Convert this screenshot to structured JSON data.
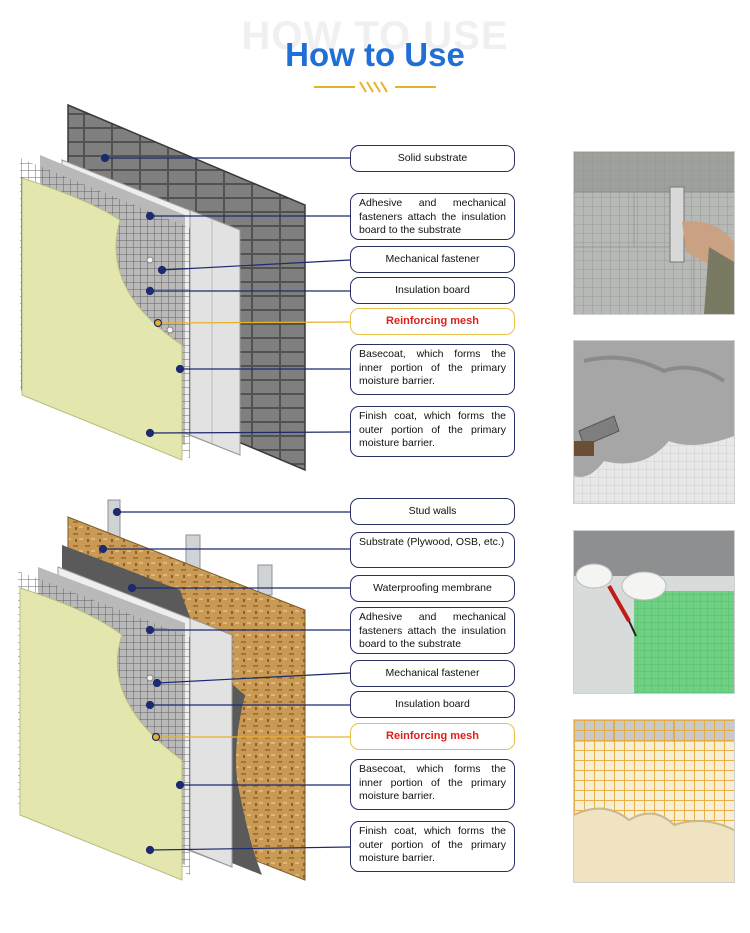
{
  "header": {
    "watermark": "HOW TO USE",
    "title": "How to Use"
  },
  "colors": {
    "title_blue": "#1f6fd6",
    "accent_gold": "#e8b12a",
    "callout_border": "#2a2f64",
    "highlight_text": "#e0201a"
  },
  "masonry_callouts": [
    "Solid substrate",
    "Adhesive and mechanical fasteners attach the insulation board to the substrate",
    "Mechanical fastener",
    "Insulation board",
    "Reinforcing mesh",
    "Basecoat, which forms the inner portion of the primary moisture barrier.",
    "Finish coat, which forms the outer portion of the primary moisture barrier."
  ],
  "frame_callouts": [
    "Stud walls",
    "Substrate (Plywood, OSB, etc.)",
    "Waterproofing membrane",
    "Adhesive and mechanical fasteners attach the insulation board to the substrate",
    "Mechanical fastener",
    "Insulation board",
    "Reinforcing mesh",
    "Basecoat, which forms the inner portion of the primary moisture barrier.",
    "Finish coat, which forms the outer portion of the primary moisture barrier."
  ]
}
